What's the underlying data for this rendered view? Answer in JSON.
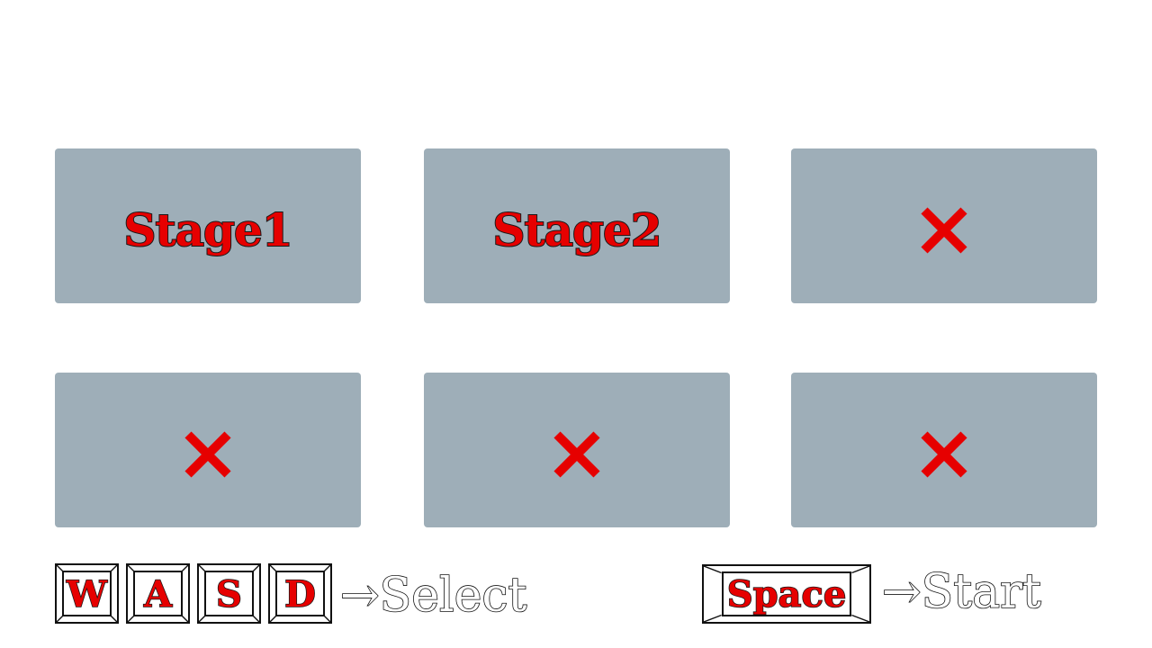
{
  "colors": {
    "tile_bg": "#9eaeb8",
    "label_red": "#e60000",
    "lock_red": "#e60000",
    "key_outline": "#111111"
  },
  "stages": [
    {
      "label": "Stage1",
      "locked": false,
      "icon": ""
    },
    {
      "label": "Stage2",
      "locked": false,
      "icon": ""
    },
    {
      "label": "",
      "locked": true,
      "icon": "cross-icon"
    },
    {
      "label": "",
      "locked": true,
      "icon": "cross-icon"
    },
    {
      "label": "",
      "locked": true,
      "icon": "cross-icon"
    },
    {
      "label": "",
      "locked": true,
      "icon": "cross-icon"
    }
  ],
  "controls": {
    "select_keys": [
      "W",
      "A",
      "S",
      "D"
    ],
    "select_hint": "→Select",
    "start_key": "Space",
    "start_hint": "→Start"
  }
}
